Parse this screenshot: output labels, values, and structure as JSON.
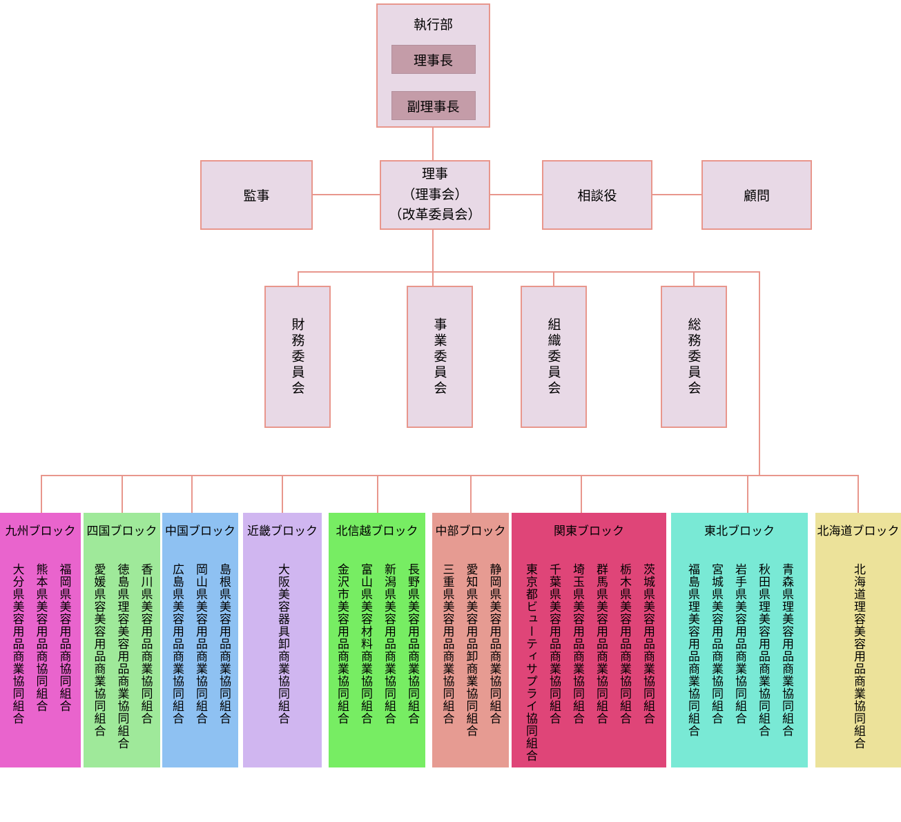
{
  "palette": {
    "line": "#e8968c",
    "node_fill": "#e8d9e6",
    "node_border": "#e8968c",
    "sub_fill": "#c49ca8",
    "sub_border": "#b28f9b",
    "text": "#000000"
  },
  "executive": {
    "title": "執行部",
    "chair": "理事長",
    "vice_chair": "副理事長"
  },
  "board_row": {
    "auditor": "監事",
    "directors_lines": [
      "理事",
      "（理事会）",
      "（改革委員会）"
    ],
    "advisor": "相談役",
    "counselor": "顧問"
  },
  "committees": [
    {
      "label": "財務委員会"
    },
    {
      "label": "事業委員会"
    },
    {
      "label": "組織委員会"
    },
    {
      "label": "総務委員会"
    }
  ],
  "blocks": [
    {
      "name": "九州ブロック",
      "color": "#e964cd",
      "orgs": [
        "福岡県美容用品商協同組合",
        "熊本県美容用品商協同組合",
        "大分県美容用品商業協同組合"
      ]
    },
    {
      "name": "四国ブロック",
      "color": "#9fe99a",
      "orgs": [
        "香川県美容用品商業協同組合",
        "徳島県理容美容用品商業協同組合",
        "愛媛県容美容用品商業協同組合"
      ]
    },
    {
      "name": "中国ブロック",
      "color": "#8ec1f2",
      "orgs": [
        "島根県美容用品商業協同組合",
        "岡山県美容用品商業協同組合",
        "広島県美容用品商業協同組合"
      ]
    },
    {
      "name": "近畿ブロック",
      "color": "#d0b6f0",
      "orgs": [
        "大阪美容器具卸商業協同組合"
      ]
    },
    {
      "name": "北信越ブロック",
      "color": "#77ed63",
      "orgs": [
        "長野県美容用品商業協同組合",
        "新潟県美容用品商業協同組合",
        "富山県美容材料商業協同組合",
        "金沢市美容用品商業協同組合"
      ]
    },
    {
      "name": "中部ブロック",
      "color": "#e69b92",
      "orgs": [
        "静岡県美容用品商業協同組合",
        "愛知県美容用品卸商業協同組合",
        "三重県美容用品商業協同組合"
      ]
    },
    {
      "name": "関東ブロック",
      "color": "#df4578",
      "orgs": [
        "茨城県美容用品商業協同組合",
        "栃木県美容用品商業協同組合",
        "群馬県美容用品商業協同組合",
        "埼玉県美容用品商業協同組合",
        "千葉県美容用品商業協同組合",
        "東京都ビューティサプライ協同組合"
      ]
    },
    {
      "name": "東北ブロック",
      "color": "#79e9d5",
      "orgs": [
        "青森県理美容用品商業協同組合",
        "秋田県理美容用品商業協同組合",
        "岩手県美容用品商業協同組合",
        "宮城県美容用品商業協同組合",
        "福島県理美容用品商業協同組合"
      ]
    },
    {
      "name": "北海道ブロック",
      "color": "#ece29a",
      "orgs": [
        "北海道理容美容用品商業協同組合"
      ]
    }
  ]
}
